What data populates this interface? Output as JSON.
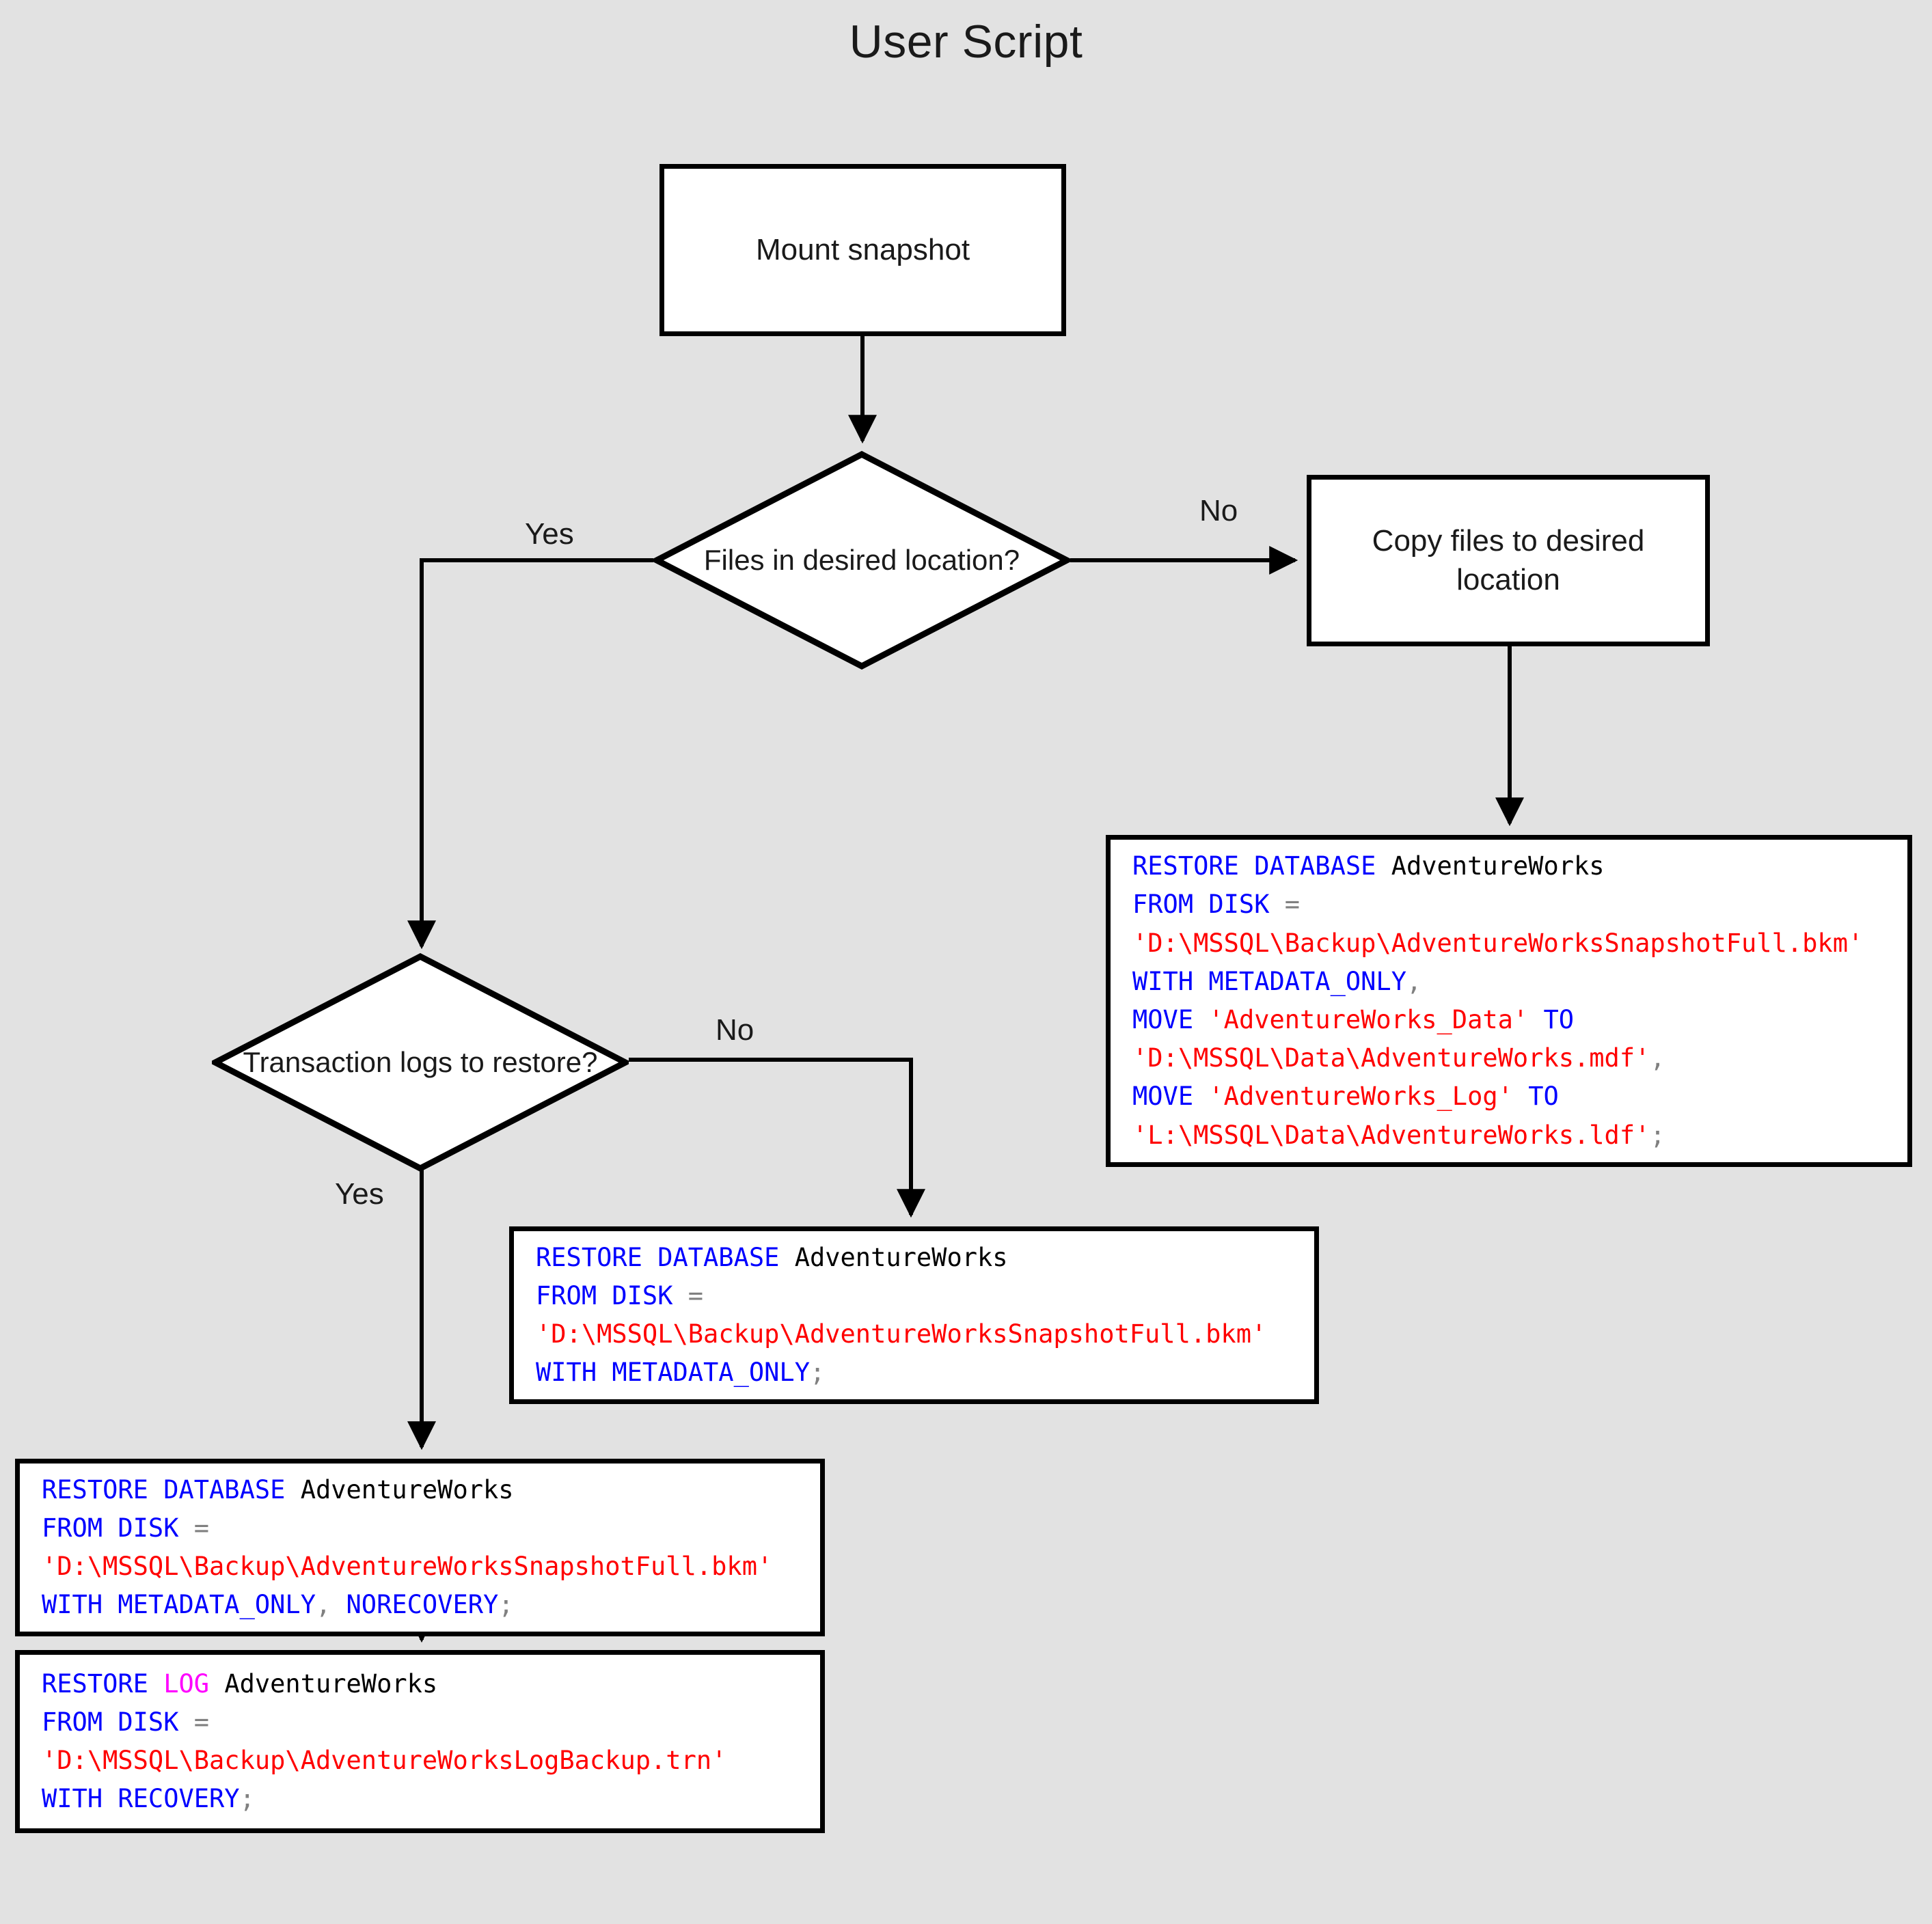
{
  "title": "User Script",
  "colors": {
    "background": "#e2e2e2",
    "node_fill": "#ffffff",
    "node_stroke": "#000000",
    "keyword": "#0000ff",
    "string": "#ff0000",
    "identifier": "#000000",
    "punctuation": "#808080",
    "log_keyword": "#ff00ff"
  },
  "nodes": {
    "mount_snapshot": {
      "label": "Mount snapshot"
    },
    "files_in_desired_location": {
      "label": "Files in\ndesired\nlocation?"
    },
    "copy_files": {
      "label": "Copy files to desired\nlocation"
    },
    "transaction_logs": {
      "label": "Transaction\nlogs to\nrestore?"
    }
  },
  "edge_labels": {
    "files_yes": "Yes",
    "files_no": "No",
    "logs_no": "No",
    "logs_yes": "Yes"
  },
  "code_blocks": {
    "restore_with_move": {
      "lines": [
        [
          {
            "t": "RESTORE DATABASE ",
            "c": "kw"
          },
          {
            "t": "AdventureWorks",
            "c": "id"
          }
        ],
        [
          {
            "t": "FROM DISK ",
            "c": "kw"
          },
          {
            "t": "=",
            "c": "pun"
          }
        ],
        [
          {
            "t": "'D:\\MSSQL\\Backup\\AdventureWorksSnapshotFull.bkm'",
            "c": "str"
          }
        ],
        [
          {
            "t": "WITH METADATA_ONLY",
            "c": "kw"
          },
          {
            "t": ",",
            "c": "pun"
          }
        ],
        [
          {
            "t": "MOVE ",
            "c": "kw"
          },
          {
            "t": "'AdventureWorks_Data'",
            "c": "str"
          },
          {
            "t": " TO",
            "c": "kw"
          }
        ],
        [
          {
            "t": "'D:\\MSSQL\\Data\\AdventureWorks.mdf'",
            "c": "str"
          },
          {
            "t": ",",
            "c": "pun"
          }
        ],
        [
          {
            "t": "MOVE ",
            "c": "kw"
          },
          {
            "t": "'AdventureWorks_Log'",
            "c": "str"
          },
          {
            "t": " TO",
            "c": "kw"
          }
        ],
        [
          {
            "t": "'L:\\MSSQL\\Data\\AdventureWorks.ldf'",
            "c": "str"
          },
          {
            "t": ";",
            "c": "pun"
          }
        ]
      ]
    },
    "restore_metadata_only": {
      "lines": [
        [
          {
            "t": "RESTORE DATABASE ",
            "c": "kw"
          },
          {
            "t": "AdventureWorks",
            "c": "id"
          }
        ],
        [
          {
            "t": "FROM DISK ",
            "c": "kw"
          },
          {
            "t": "=",
            "c": "pun"
          }
        ],
        [
          {
            "t": "'D:\\MSSQL\\Backup\\AdventureWorksSnapshotFull.bkm'",
            "c": "str"
          }
        ],
        [
          {
            "t": "WITH METADATA_ONLY",
            "c": "kw"
          },
          {
            "t": ";",
            "c": "pun"
          }
        ]
      ]
    },
    "restore_norecovery": {
      "lines": [
        [
          {
            "t": "RESTORE DATABASE ",
            "c": "kw"
          },
          {
            "t": "AdventureWorks",
            "c": "id"
          }
        ],
        [
          {
            "t": "FROM DISK ",
            "c": "kw"
          },
          {
            "t": "=",
            "c": "pun"
          }
        ],
        [
          {
            "t": "'D:\\MSSQL\\Backup\\AdventureWorksSnapshotFull.bkm'",
            "c": "str"
          }
        ],
        [
          {
            "t": "WITH METADATA_ONLY",
            "c": "kw"
          },
          {
            "t": ", ",
            "c": "pun"
          },
          {
            "t": "NORECOVERY",
            "c": "kw"
          },
          {
            "t": ";",
            "c": "pun"
          }
        ]
      ]
    },
    "restore_log": {
      "lines": [
        [
          {
            "t": "RESTORE ",
            "c": "kw"
          },
          {
            "t": "LOG",
            "c": "log"
          },
          {
            "t": " AdventureWorks",
            "c": "id"
          }
        ],
        [
          {
            "t": "FROM DISK ",
            "c": "kw"
          },
          {
            "t": "=",
            "c": "pun"
          }
        ],
        [
          {
            "t": "'D:\\MSSQL\\Backup\\AdventureWorksLogBackup.trn'",
            "c": "str"
          }
        ],
        [
          {
            "t": "WITH RECOVERY",
            "c": "kw"
          },
          {
            "t": ";",
            "c": "pun"
          }
        ]
      ]
    }
  }
}
